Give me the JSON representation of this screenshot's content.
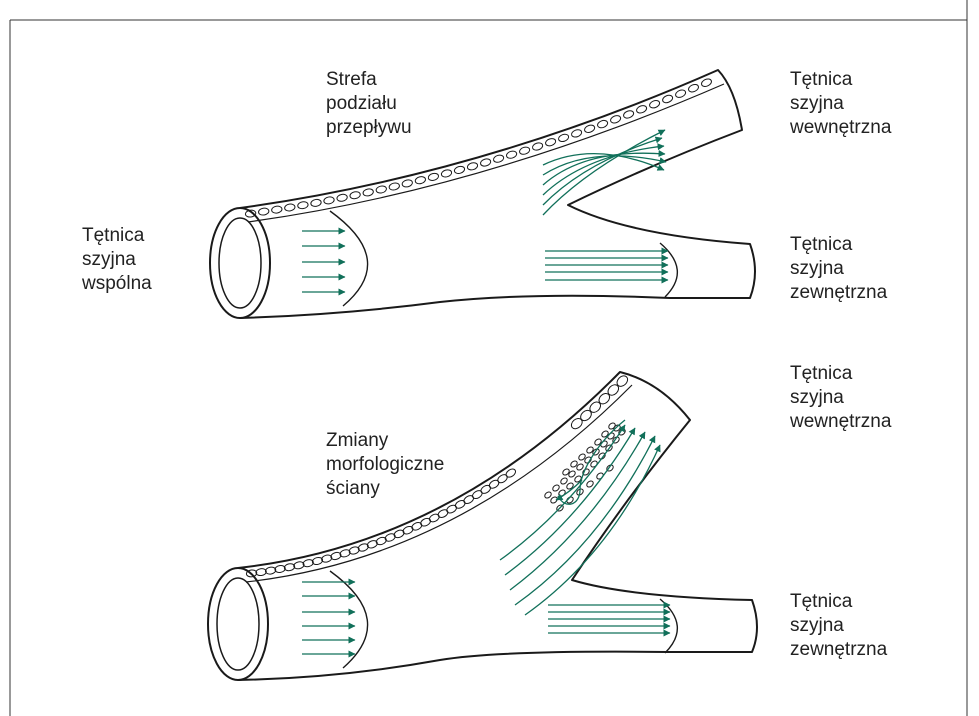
{
  "colors": {
    "outline": "#1a1a1a",
    "flow_arrows": "#11705a",
    "frame_border": "#333333",
    "background": "#ffffff"
  },
  "top_diagram": {
    "flow_zone_label": [
      "Strefa",
      "podziału",
      "przepływu"
    ],
    "common_carotid_label": [
      "Tętnica",
      "szyjna",
      "wspólna"
    ],
    "internal_carotid_label": [
      "Tętnica",
      "szyjna",
      "wewnętrzna"
    ],
    "external_carotid_label": [
      "Tętnica",
      "szyjna",
      "zewnętrzna"
    ]
  },
  "bottom_diagram": {
    "wall_changes_label": [
      "Zmiany",
      "morfologiczne",
      "ściany"
    ],
    "internal_carotid_label": [
      "Tętnica",
      "szyjna",
      "wewnętrzna"
    ],
    "external_carotid_label": [
      "Tętnica",
      "szyjna",
      "zewnętrzna"
    ]
  }
}
